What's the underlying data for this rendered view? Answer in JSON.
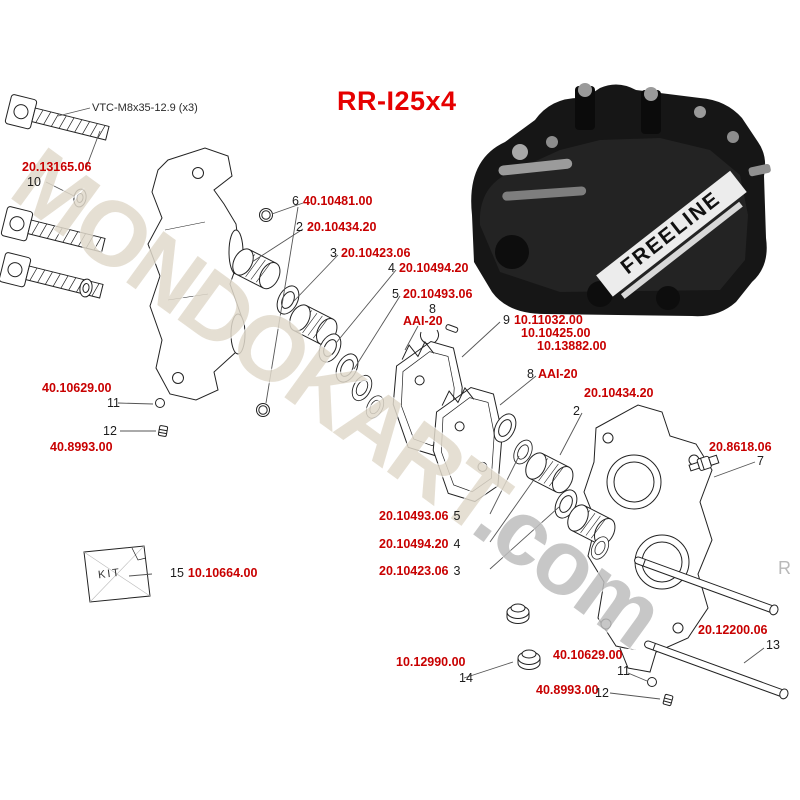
{
  "title": "RR-I25x4",
  "watermark": {
    "text": "MONDOKART",
    "dotcom": ".com",
    "stray": "R"
  },
  "photo": {
    "brand": "FREELINE"
  },
  "kit_label": "KIT",
  "callouts": [
    {
      "part": "VTC-M8x35-12.9 (x3)"
    },
    {
      "part": "20.13165.06"
    },
    {
      "num": "10"
    },
    {
      "num": "6",
      "part": "40.10481.00"
    },
    {
      "num": "2",
      "part": "20.10434.20"
    },
    {
      "num": "3",
      "part": "20.10423.06"
    },
    {
      "num": "4",
      "part": "20.10494.20"
    },
    {
      "num": "5",
      "part": "20.10493.06"
    },
    {
      "num": "8"
    },
    {
      "part": "AAI-20"
    },
    {
      "num": "9",
      "part": "10.11032.00"
    },
    {
      "part": "10.10425.00"
    },
    {
      "part": "10.13882.00"
    },
    {
      "num": "8",
      "part": "AAI-20"
    },
    {
      "part": "20.10434.20"
    },
    {
      "num": "2"
    },
    {
      "part": "40.10629.00"
    },
    {
      "num": "11"
    },
    {
      "num": "12"
    },
    {
      "part": "40.8993.00"
    },
    {
      "part": "20.8618.06"
    },
    {
      "num": "7"
    },
    {
      "part": "20.10493.06",
      "num_after": "5"
    },
    {
      "part": "20.10494.20",
      "num_after": "4"
    },
    {
      "part": "20.10423.06",
      "num_after": "3"
    },
    {
      "num": "15",
      "part": "10.10664.00"
    },
    {
      "part": "20.12200.06"
    },
    {
      "num": "13"
    },
    {
      "part": "40.10629.00"
    },
    {
      "num": "11"
    },
    {
      "part": "10.12990.00"
    },
    {
      "num": "14"
    },
    {
      "part": "40.8993.00"
    },
    {
      "num": "12"
    }
  ]
}
